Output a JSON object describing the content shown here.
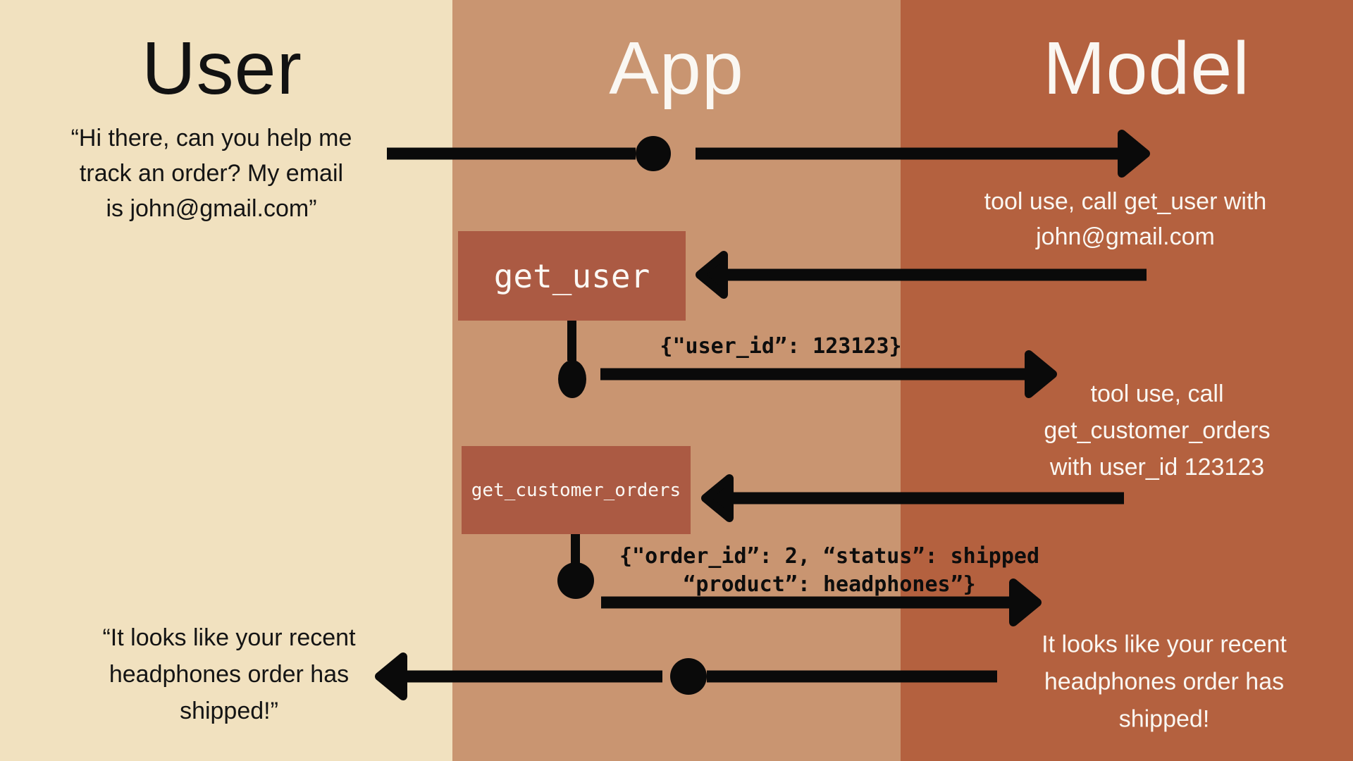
{
  "columns": {
    "user": {
      "title": "User"
    },
    "app": {
      "title": "App"
    },
    "model": {
      "title": "Model"
    }
  },
  "messages": {
    "user_request": "“Hi there, can you help me\ntrack an order? My email\nis john@gmail.com”",
    "model_tool_call_1": "tool use, call get_user with\njohn@gmail.com",
    "tool_result_1": "{\"user_id”: 123123}",
    "model_tool_call_2": "tool use, call\nget_customer_orders\nwith user_id 123123",
    "tool_result_2": "{\"order_id”: 2, “status”: shipped\n“product”: headphones”}",
    "model_response": "It looks like your recent\nheadphones order has\nshipped!",
    "user_final_reply": "“It looks like your recent\nheadphones order has\nshipped!”"
  },
  "tools": {
    "get_user": {
      "label": "get_user"
    },
    "get_customer_orders": {
      "label": "get_customer_orders"
    }
  },
  "colors": {
    "user_column_bg": "#f1e1bf",
    "app_column_bg": "#c99571",
    "model_column_bg": "#b4613f",
    "tool_box_bg": "#ab5a43",
    "arrow_ink": "#0a0a0a",
    "light_text": "#faf7f2",
    "dark_text": "#141414"
  }
}
